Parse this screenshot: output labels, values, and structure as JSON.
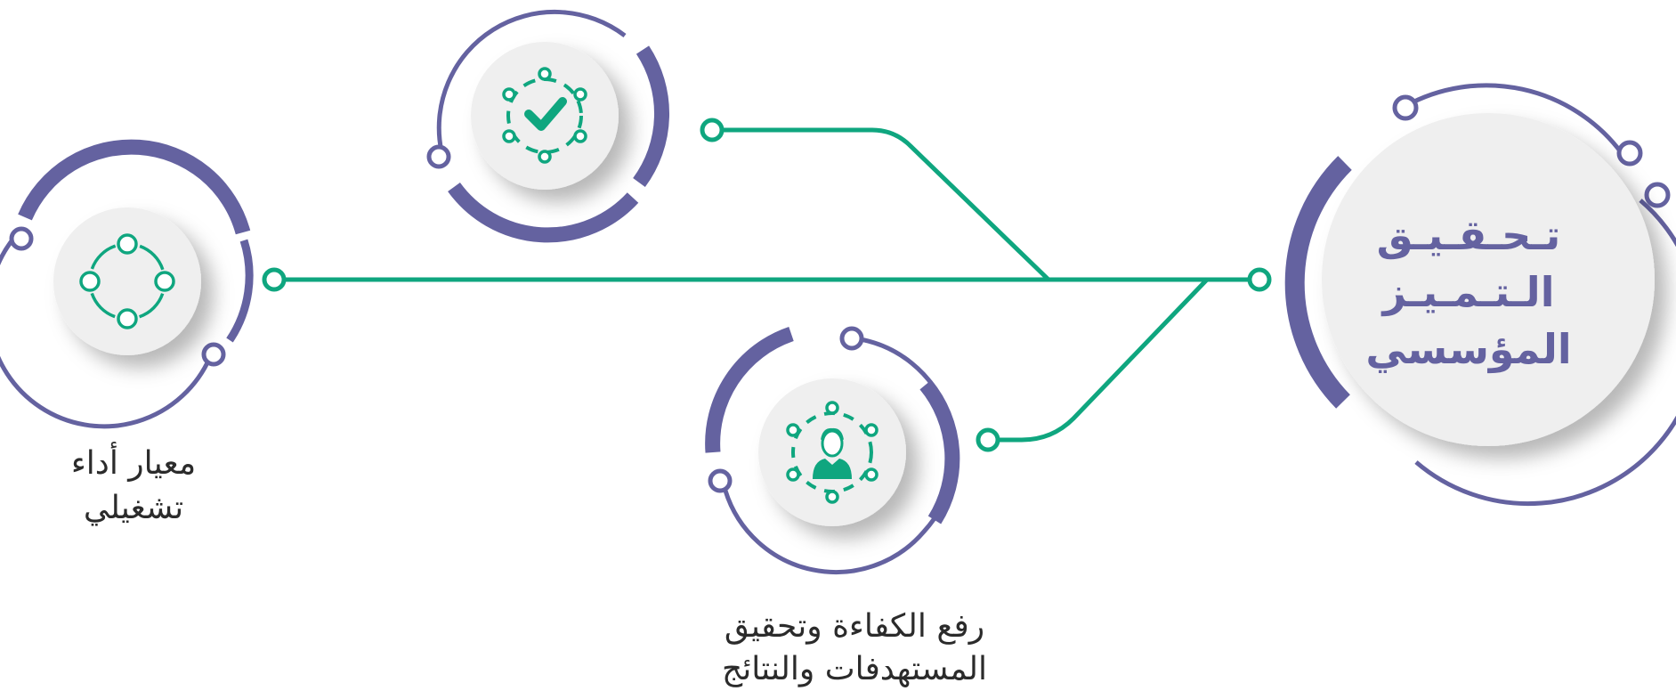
{
  "main_node": {
    "title_lines": [
      "تـحـقـيـق",
      "الـتـمـيـز",
      "المؤسسي"
    ]
  },
  "nodes": [
    {
      "id": "verification",
      "icon": "check-circle-icon",
      "label_lines": []
    },
    {
      "id": "operational",
      "icon": "ring-nodes-icon",
      "label_lines": [
        "معيار أداء",
        "تشغيلي"
      ]
    },
    {
      "id": "efficiency",
      "icon": "user-network-icon",
      "label_lines": [
        "رفع الكفاءة وتحقيق",
        "المستهدفات والنتائج"
      ]
    }
  ],
  "colors": {
    "purple": "#6462a0",
    "green": "#0fa67f",
    "disc": "#efefef",
    "text": "#2b2b2b"
  }
}
